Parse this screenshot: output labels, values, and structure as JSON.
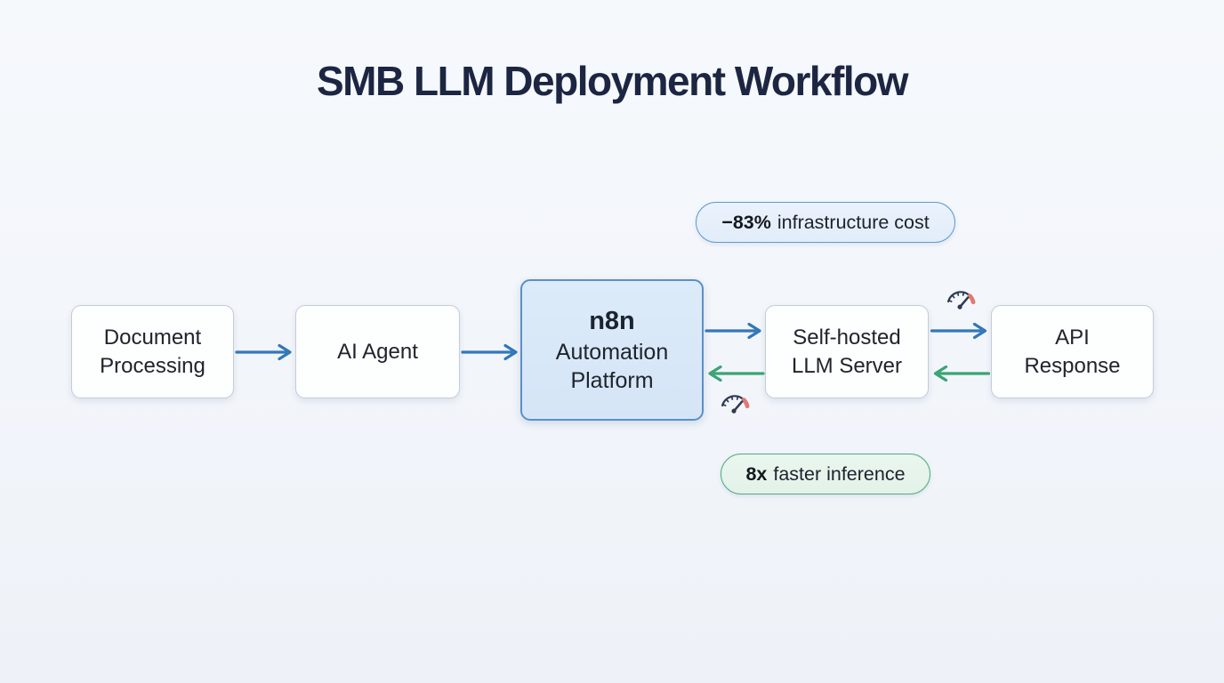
{
  "title": "SMB LLM Deployment Workflow",
  "nodes": {
    "doc": {
      "line1": "Document",
      "line2": "Processing"
    },
    "agent": {
      "label": "AI Agent"
    },
    "n8n": {
      "title": "n8n",
      "subtitle": "Automation Platform"
    },
    "llm": {
      "line1": "Self-hosted",
      "line2": "LLM Server"
    },
    "api": {
      "line1": "API",
      "line2": "Response"
    }
  },
  "badges": {
    "cost": {
      "value": "−83%",
      "label": "infrastructure cost"
    },
    "speed": {
      "value": "8x",
      "label": "faster inference"
    }
  },
  "icons": {
    "gauge_top": "speedometer-icon",
    "gauge_bottom": "speedometer-icon"
  },
  "colors": {
    "background": "#f3f6fa",
    "title_text": "#1c2642",
    "node_text": "#20242c",
    "node_border": "#c3ccd9",
    "n8n_fill": "#d8e7f8",
    "n8n_border": "#5b90c5",
    "forward_arrow": "#3277b8",
    "return_arrow": "#3aa474",
    "cost_badge_fill": "#e7f0fb",
    "cost_badge_border": "#5e9bd0",
    "speed_badge_fill": "#e7f4ec",
    "speed_badge_border": "#4fae7f",
    "gauge_stroke": "#2e3a52",
    "gauge_redzone": "#dd7b72"
  }
}
